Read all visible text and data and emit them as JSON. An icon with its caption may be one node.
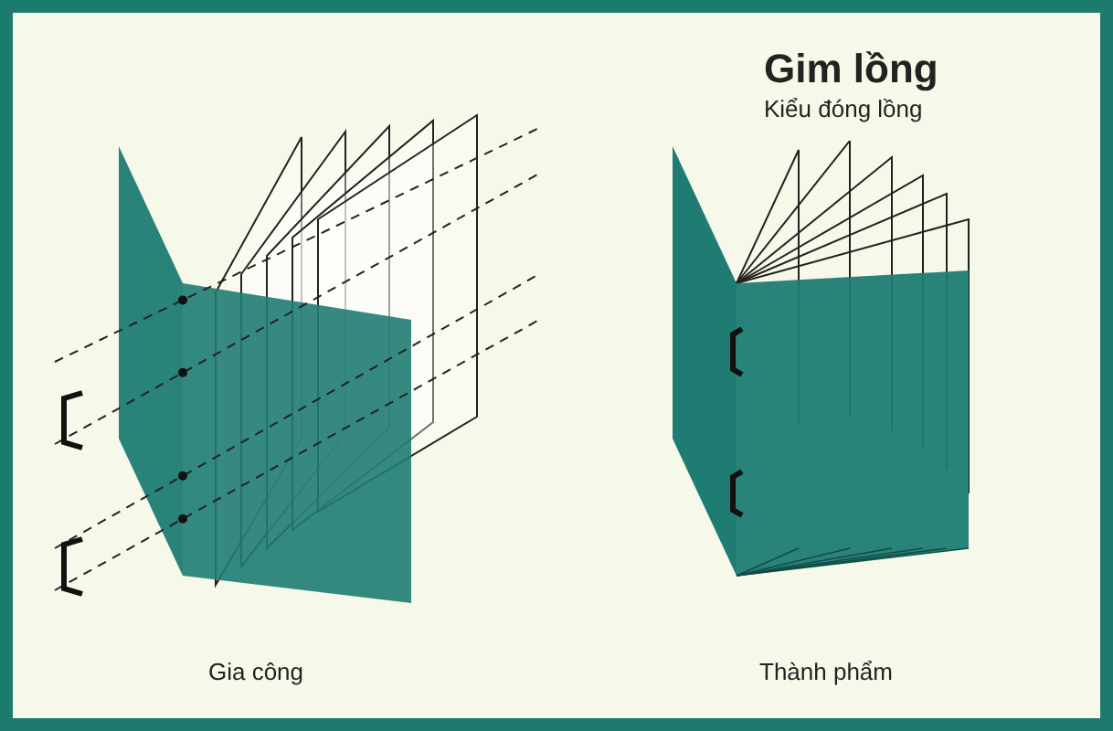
{
  "diagram": {
    "title": "Gim lồng",
    "labels": [
      "Kiểu đóng lồng",
      "Gia công",
      "Thành phẩm"
    ]
  }
}
